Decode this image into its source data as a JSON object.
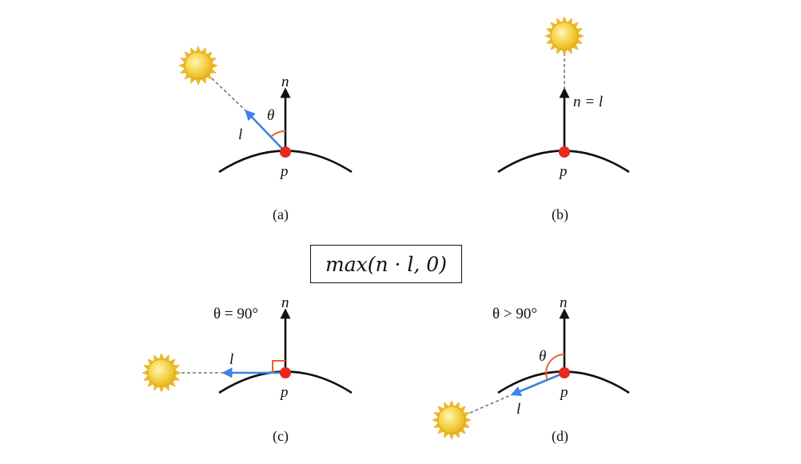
{
  "panels": [
    {
      "id": "a",
      "caption": "(a)",
      "labels": {
        "normal": "n",
        "light": "l",
        "point": "p",
        "angle": "θ"
      }
    },
    {
      "id": "b",
      "caption": "(b)",
      "labels": {
        "normal_eq": "n = l",
        "point": "p"
      }
    },
    {
      "id": "c",
      "caption": "(c)",
      "labels": {
        "normal": "n",
        "light": "l",
        "point": "p",
        "angle_note": "θ = 90°"
      }
    },
    {
      "id": "d",
      "caption": "(d)",
      "labels": {
        "normal": "n",
        "light": "l",
        "point": "p",
        "angle": "θ",
        "angle_note": "θ > 90°"
      }
    }
  ],
  "formula": "max(n · l, 0)",
  "colors": {
    "light_vector": "#3b82e6",
    "angle_arc": "#e8622a",
    "surface_point": "#e8291c",
    "sun_fill": "#f6cf3a",
    "sun_rays": "#f0b31a",
    "ink": "#111111",
    "guide_line": "#777777"
  },
  "icons": [
    "sun-icon",
    "surface-point-dot",
    "normal-arrow",
    "light-arrow"
  ]
}
